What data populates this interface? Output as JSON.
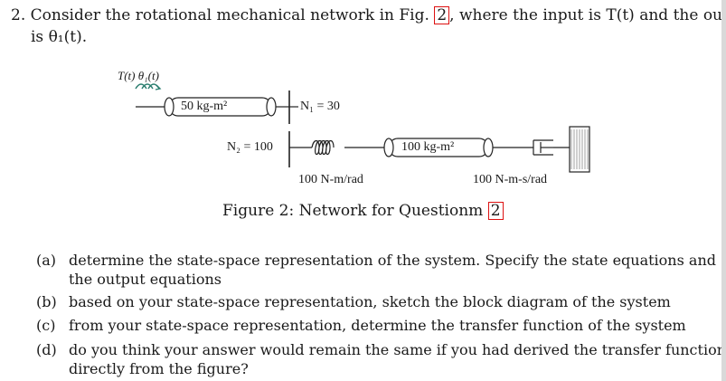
{
  "question": {
    "number": "2.",
    "text_before_ref": "Consider the rotational mechanical network in Fig.",
    "ref": "2",
    "text_after_ref": ", where the input is T(t) and the output",
    "line2": "is θ₁(t)."
  },
  "figure": {
    "input_label": "T(t) θ₁(t)",
    "inertia1": "50 kg-m²",
    "n1": "N₁ = 30",
    "n2": "N₂ = 100",
    "inertia2": "100 kg-m²",
    "spring": "100 N-m/rad",
    "damper": "100 N-m-s/rad"
  },
  "caption": {
    "text": "Figure 2: Network for Questionm",
    "ref": "2"
  },
  "parts": [
    {
      "tag": "(a)",
      "line1": "determine the state-space representation of the system. Specify the state equations and",
      "line2": "the output equations"
    },
    {
      "tag": "(b)",
      "line1": "based on your state-space representation, sketch the block diagram of the system"
    },
    {
      "tag": "(c)",
      "line1": "from your state-space representation, determine the transfer function of the system"
    },
    {
      "tag": "(d)",
      "line1": "do you think your answer would remain the same if you had derived the transfer function",
      "line2": "directly from the figure?"
    }
  ]
}
